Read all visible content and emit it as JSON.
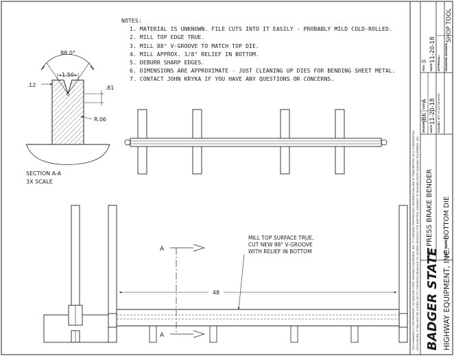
{
  "notes": {
    "title": "NOTES:",
    "items": [
      "1. MATERIAL IS UNKNOWN. FILE CUTS INTO IT EASILY - PROBABLY MILD COLD-ROLLED.",
      "2. MILL TOP EDGE TRUE.",
      "3. MILL 88° V-GROOVE TO MATCH TOP DIE.",
      "4. MILL APPROX. 1/8\" RELIEF IN BOTTOM.",
      "5. DEBURR SHARP EDGES.",
      "6. DIMENSIONS ARE APPROXIMATE - JUST CLEANING UP DIES FOR BENDING SHEET METAL.",
      "7. CONTACT JOHN KRYKA IF YOU HAVE ANY QUESTIONS OR CONCERNS."
    ]
  },
  "section": {
    "angle": "88.0°",
    "width": "1.50",
    "left_dim": ".12",
    "depth": ".81",
    "radius": "R.06",
    "label": "SECTION A-A",
    "scale": "3X SCALE"
  },
  "front_view": {
    "callout_line1": "MILL TOP SURFACE TRUE,",
    "callout_line2": "CUT NEW 88° V-GROOVE",
    "callout_line3": "WITH RELIEF IN BOTTOM",
    "length": "48",
    "cut_label_top": "A",
    "cut_label_bottom": "A"
  },
  "title_block": {
    "proprietary_line1": "THIS DRAWING IS THE PROPERTY OF BADGER STATE HIGHWAY EQUIPMENT, INC. IT CONTAINS PROPRIETARY INFORMATION AND IS TRANSMITTED AS A CONFIDENTIAL",
    "proprietary_line2": "DISCLOSURE. IT MAY NOT BE COPIED OR ITS CONTENTS REVEALED TO OTHERS WITHOUT THE WRITTEN CONSENT OF BADGER STATE HIGHWAY EQUIPMENT, INC.",
    "logo": "BADGER STATE",
    "company": "HIGHWAY EQUIPMENT, INC.",
    "part_label": "PART:",
    "part": "PRESS BRAKE BENDER",
    "part_name_label": "PART NAME:",
    "part_name": "BOTTOM DIE",
    "drawn_label": "DRAWN:",
    "drawn": "JBK",
    "size_label": "SIZE:",
    "size": "A",
    "date_label": "DATE:",
    "date": "11-20-18",
    "scale_label": "SCALE:",
    "scale_value": "DO NOT SCALE DRAWING",
    "rev_label": "REV:",
    "rev": "0",
    "rev_date_label": "DATE:",
    "rev_date": "11-20-18",
    "approval_label": "APPROVAL:",
    "drawing_number_label": "DRAWING NUMBER:",
    "drawing_number": "SHOP TOOL"
  }
}
